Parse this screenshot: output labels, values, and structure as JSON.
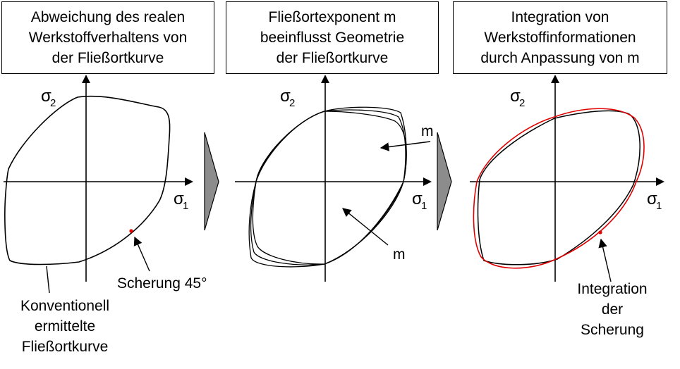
{
  "panels": [
    {
      "caption": [
        "Abweichung des realen",
        "Werkstoffverhaltens von",
        "der Fließortkurve"
      ],
      "axis_x": "σ",
      "axis_x_sub": "1",
      "axis_y": "σ",
      "axis_y_sub": "2"
    },
    {
      "caption": [
        "Fließortexponent m",
        "beeinflusst Geometrie",
        "der Fließortkurve"
      ],
      "axis_x": "σ",
      "axis_x_sub": "1",
      "axis_y": "σ",
      "axis_y_sub": "2",
      "label_m_top": "m",
      "label_m_bottom": "m"
    },
    {
      "caption": [
        "Integration von",
        "Werkstoffinformationen",
        "durch Anpassung von m"
      ],
      "axis_x": "σ",
      "axis_x_sub": "1",
      "axis_y": "σ",
      "axis_y_sub": "2"
    }
  ],
  "annotations": {
    "scherung": "Scherung 45°",
    "konventionell": [
      "Konventionell",
      "ermittelte",
      "Fließortkurve"
    ],
    "integration": [
      "Integration",
      "der",
      "Scherung"
    ]
  },
  "colors": {
    "line": "#000000",
    "highlight": "#e00000",
    "arrow_fill": "#8c8c8c"
  }
}
